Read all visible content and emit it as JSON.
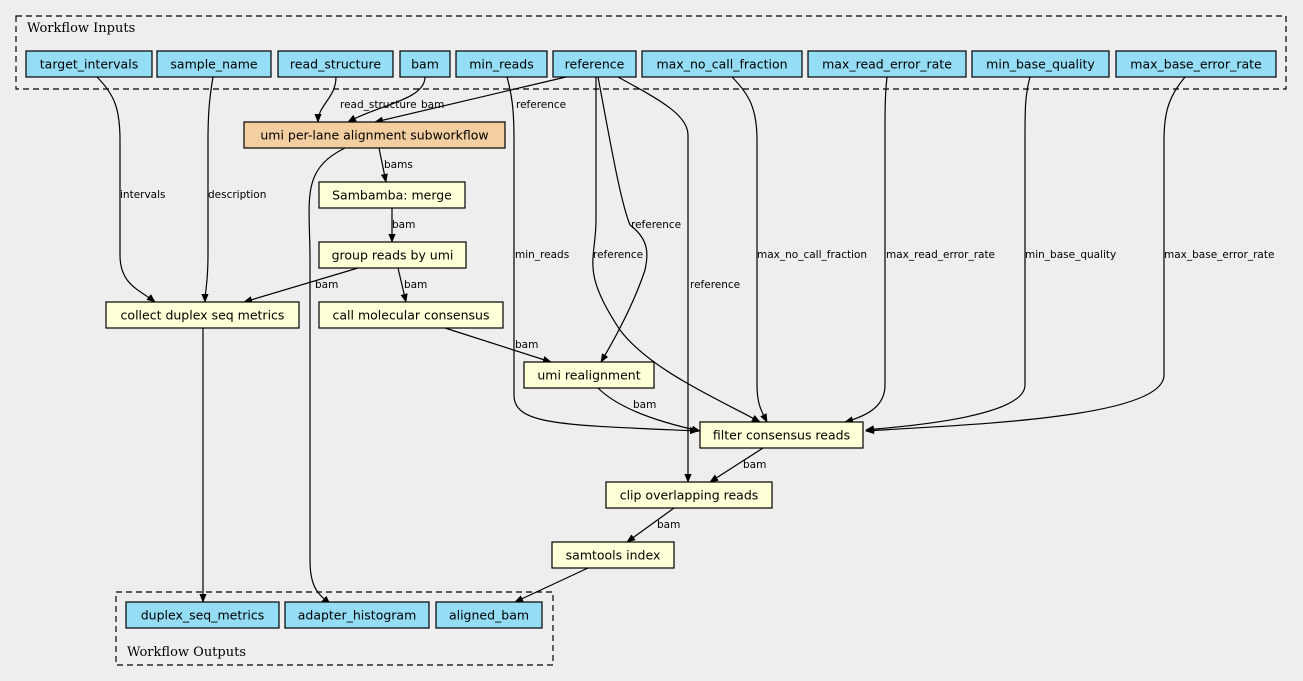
{
  "colors": {
    "background": "#eeeeee",
    "io_node": "#94ddf4",
    "step_node": "#ffffd8",
    "subworkflow_node": "#f3cea1"
  },
  "clusters": {
    "inputs_label": "Workflow Inputs",
    "outputs_label": "Workflow Outputs"
  },
  "nodes": {
    "target_intervals": "target_intervals",
    "sample_name": "sample_name",
    "read_structure": "read_structure",
    "bam": "bam",
    "min_reads": "min_reads",
    "reference": "reference",
    "max_no_call_fraction": "max_no_call_fraction",
    "max_read_error_rate": "max_read_error_rate",
    "min_base_quality": "min_base_quality",
    "max_base_error_rate": "max_base_error_rate",
    "umi_alignment": "umi per-lane alignment subworkflow",
    "sambamba_merge": "Sambamba: merge",
    "group_reads": "group reads by umi",
    "call_consensus": "call molecular consensus",
    "collect_metrics": "collect duplex seq metrics",
    "umi_realignment": "umi realignment",
    "filter_consensus": "filter consensus reads",
    "clip_overlapping": "clip overlapping reads",
    "samtools_index": "samtools index",
    "duplex_seq_metrics": "duplex_seq_metrics",
    "adapter_histogram": "adapter_histogram",
    "aligned_bam": "aligned_bam"
  },
  "edge_labels": {
    "read_structure": "read_structure",
    "bam_to_align": "bam",
    "reference_to_align": "reference",
    "bams": "bams",
    "merge_bam": "bam",
    "intervals": "intervals",
    "description": "description",
    "min_reads": "min_reads",
    "reference_to_filter": "reference",
    "reference_to_realign": "reference",
    "reference_to_clip": "reference",
    "max_no_call_fraction": "max_no_call_fraction",
    "max_read_error_rate": "max_read_error_rate",
    "min_base_quality": "min_base_quality",
    "max_base_error_rate": "max_base_error_rate",
    "group_to_metrics": "bam",
    "group_to_consensus": "bam",
    "consensus_to_realign": "bam",
    "realign_to_filter": "bam",
    "filter_to_clip": "bam",
    "clip_to_index": "bam"
  }
}
